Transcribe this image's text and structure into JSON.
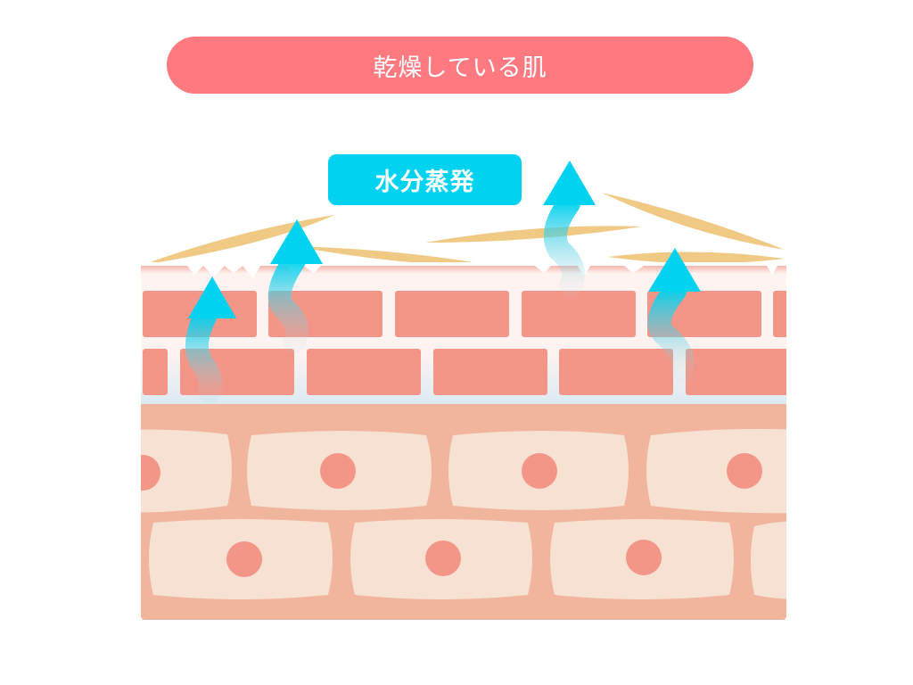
{
  "title": "乾燥している肌",
  "label": "水分蒸発",
  "colors": {
    "title_bg": "#ff7a80",
    "label_bg": "#00d2ef",
    "arrow": "#00d2ef",
    "flake": "#f0c985",
    "brick": "#f39688",
    "mortar": "#fff3f1",
    "dermis_bg": "#f1b49c",
    "cell": "#f6e1d2",
    "nucleus": "#f39688",
    "moisture": "#d8eaf2"
  },
  "diagram": {
    "layers": [
      "dry flakes (角質片)",
      "stratum corneum (bricks)",
      "cell layer"
    ],
    "arrows_count": 4
  }
}
